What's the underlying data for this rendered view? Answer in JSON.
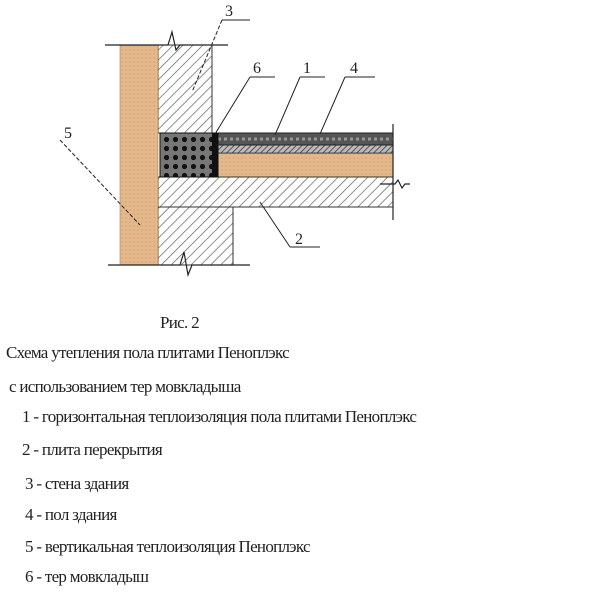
{
  "diagram": {
    "labels": {
      "l1": "1",
      "l2": "2",
      "l3": "3",
      "l4": "4",
      "l5": "5",
      "l6": "6"
    },
    "colors": {
      "insulation": "#e3b88a",
      "hatch": "#555555",
      "insert": "#6a6a6a",
      "floor": "#444444"
    }
  },
  "caption": {
    "figure": "Рис. 2",
    "title_line1": "Схема утепления пола плитами  Пеноплэкс",
    "title_line2": "с использованием тер мовкладыша"
  },
  "legend": [
    {
      "text": "1 - горизонтальная теплоизоляция пола плитами Пеноплэкс"
    },
    {
      "text": "2 -  плита перекрытия"
    },
    {
      "text": "3 - стена здания"
    },
    {
      "text": "4 - пол здания"
    },
    {
      "text": "5 - вертикальная теплоизоляция Пеноплэкс"
    },
    {
      "text": "6 - тер мовкладыш"
    }
  ]
}
